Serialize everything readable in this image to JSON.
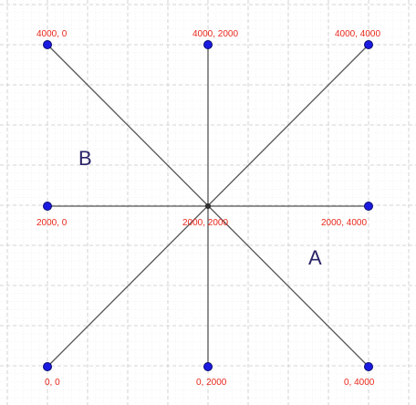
{
  "points": [
    {
      "id": "p-4000-0",
      "label": "4000, 0"
    },
    {
      "id": "p-4000-2000",
      "label": "4000, 2000"
    },
    {
      "id": "p-4000-4000",
      "label": "4000, 4000"
    },
    {
      "id": "p-2000-0",
      "label": "2000, 0"
    },
    {
      "id": "p-2000-2000",
      "label": "2000, 2000"
    },
    {
      "id": "p-2000-4000",
      "label": "2000, 4000"
    },
    {
      "id": "p-0-0",
      "label": "0, 0"
    },
    {
      "id": "p-0-2000",
      "label": "0, 2000"
    },
    {
      "id": "p-0-4000",
      "label": "0, 4000"
    }
  ],
  "regions": {
    "b": "B",
    "a": "A"
  },
  "colors": {
    "background": "#ffffff",
    "grid_minor": "#eeeeee",
    "grid_major": "#c9c9c9",
    "line": "#555555",
    "point_fill": "#1a1ae0",
    "point_stroke": "#0a0a70",
    "point_label": "#e8281c",
    "region_label": "#2a2468"
  }
}
